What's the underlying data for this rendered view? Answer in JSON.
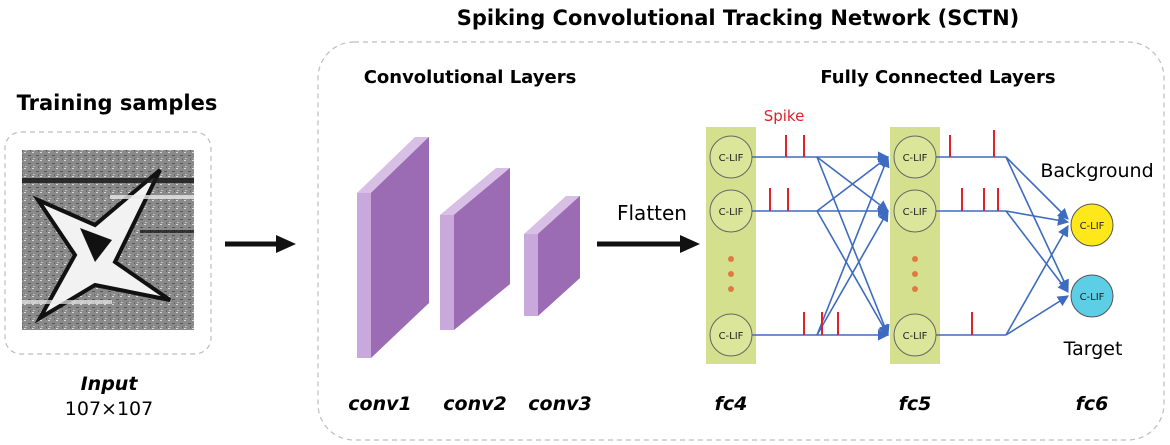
{
  "title": "Spiking Convolutional Tracking Network (SCTN)",
  "sections": {
    "conv": "Convolutional Layers",
    "fc": "Fully Connected Layers"
  },
  "input": {
    "heading": "Training samples",
    "label": "Input",
    "size": "107×107"
  },
  "conv_layers": [
    "conv1",
    "conv2",
    "conv3"
  ],
  "flatten_label": "Flatten",
  "fc_layers": [
    "fc4",
    "fc5",
    "fc6"
  ],
  "neuron_label": "C-LIF",
  "spike_label": "Spike",
  "outputs": {
    "background": "Background",
    "target": "Target"
  },
  "colors": {
    "conv_face": "#9b6cb3",
    "conv_side": "#7c4f95",
    "conv_top": "#d7bfe5",
    "fc_column": "#d5e08e",
    "neuron_fill": "#dbe69a",
    "connection": "#3d6bbf",
    "spike": "#e0202b",
    "ellipsis_dots": "#e07a45",
    "background_neuron": "#ffe81a",
    "target_neuron": "#5ccfe6",
    "dashed_border": "#bdbdbd"
  }
}
